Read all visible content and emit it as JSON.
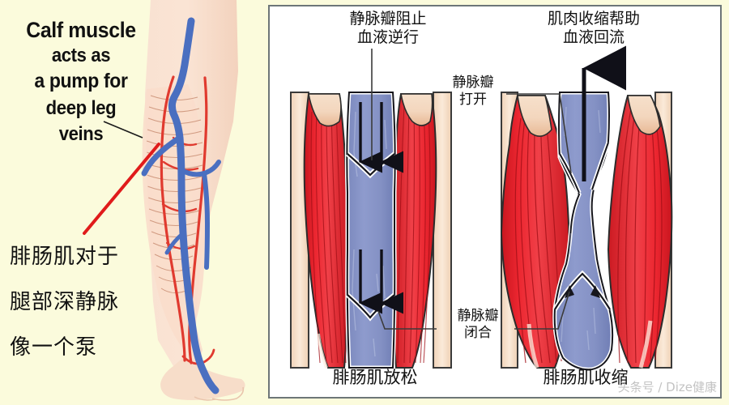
{
  "figure": {
    "title_en_lines": [
      "Calf muscle",
      "acts as",
      "a pump for",
      "deep leg",
      "veins"
    ],
    "title_cn_lines": [
      "腓肠肌对于",
      "腿部深静脉",
      "像一个泵"
    ],
    "watermark": "头条号 / Dize健康"
  },
  "panel": {
    "headings": {
      "left": "静脉瓣阻止\n血液逆行",
      "left_line1": "静脉瓣阻止",
      "left_line2": "血液逆行",
      "right_line1": "肌肉收缩帮助",
      "right_line2": "血液回流"
    },
    "annotations": {
      "valve_open_line1": "静脉瓣",
      "valve_open_line2": "打开",
      "valve_closed_line1": "静脉瓣",
      "valve_closed_line2": "闭合"
    },
    "captions": {
      "left": "腓肠肌放松",
      "right": "腓肠肌收缩"
    }
  },
  "colors": {
    "background": "#fbfbdc",
    "panel_bg": "#ffffff",
    "panel_border": "#6d7678",
    "muscle_red": "#e8202a",
    "muscle_red_dark": "#b8141c",
    "vein_blue": "#8491c4",
    "vein_blue_dark": "#6b79b0",
    "skin": "#f7ddc9",
    "tendon": "#f6e2cf",
    "artery_red": "#e03a2f",
    "vein_leg_blue": "#4a6fc0",
    "pointer_red": "#e01b1b",
    "text": "#111111",
    "watermark": "#b9b9b9"
  },
  "diagram": {
    "relaxed": {
      "state": "relaxed",
      "muscle_shape": "slender",
      "vein_shape": "wide-open",
      "flow_arrows": "down",
      "arrow_count": 4,
      "upper_valve": "open-cusps-downflow",
      "lower_valve": "closed"
    },
    "contracted": {
      "state": "contracted",
      "muscle_shape": "bulging",
      "vein_shape": "compressed-midsection",
      "flow_arrows": "up",
      "arrow_count": 1,
      "upper_valve": "open",
      "lower_valve": "closed"
    }
  }
}
